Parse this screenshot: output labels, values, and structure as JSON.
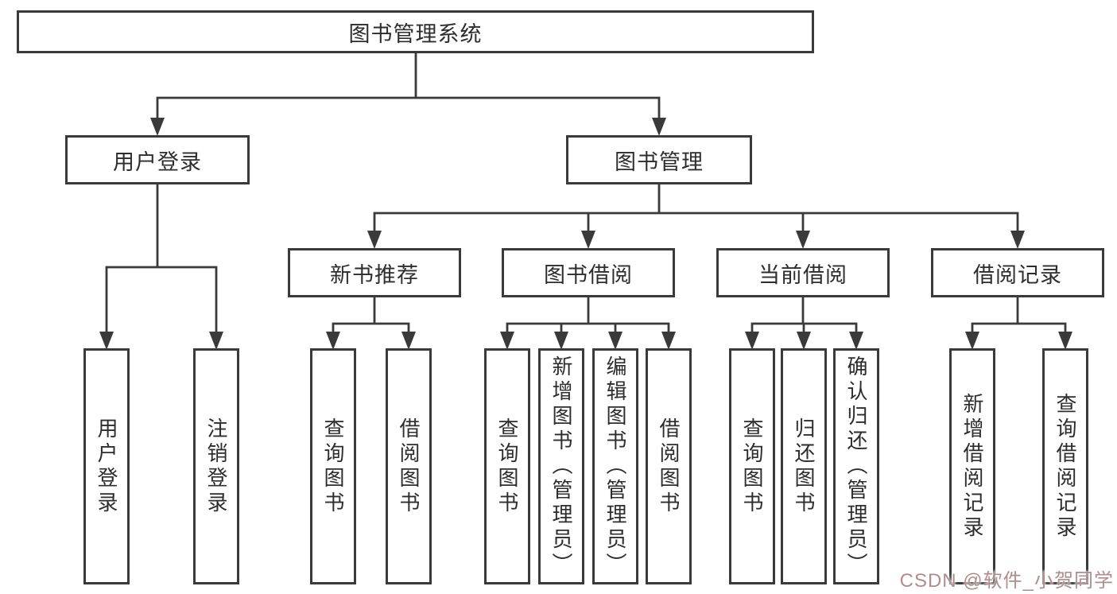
{
  "diagram": {
    "line_color": "#3a3a3a",
    "box_border_color": "#3a3a3a",
    "text_color": "#2d2d2d",
    "root": {
      "label": "图书管理系统"
    },
    "level2": [
      {
        "label": "用户登录"
      },
      {
        "label": "图书管理"
      }
    ],
    "categories": [
      {
        "label": "新书推荐",
        "parent": "图书管理"
      },
      {
        "label": "图书借阅",
        "parent": "图书管理"
      },
      {
        "label": "当前借阅",
        "parent": "图书管理"
      },
      {
        "label": "借阅记录",
        "parent": "图书管理"
      }
    ],
    "leaves": [
      {
        "label": "用户登录",
        "parent": "用户登录"
      },
      {
        "label": "注销登录",
        "parent": "用户登录"
      },
      {
        "label": "查询图书",
        "parent": "新书推荐"
      },
      {
        "label": "借阅图书",
        "parent": "新书推荐"
      },
      {
        "label": "查询图书",
        "parent": "图书借阅"
      },
      {
        "label": "新增图书（管理员）",
        "parent": "图书借阅"
      },
      {
        "label": "编辑图书（管理员）",
        "parent": "图书借阅"
      },
      {
        "label": "借阅图书",
        "parent": "图书借阅"
      },
      {
        "label": "查询图书",
        "parent": "当前借阅"
      },
      {
        "label": "归还图书",
        "parent": "当前借阅"
      },
      {
        "label": "确认归还（管理员）",
        "parent": "当前借阅"
      },
      {
        "label": "新增借阅记录",
        "parent": "借阅记录"
      },
      {
        "label": "查询借阅记录",
        "parent": "借阅记录"
      }
    ]
  },
  "watermark": {
    "text": "CSDN @软件_小贺同学",
    "color": "#b18c8c"
  }
}
